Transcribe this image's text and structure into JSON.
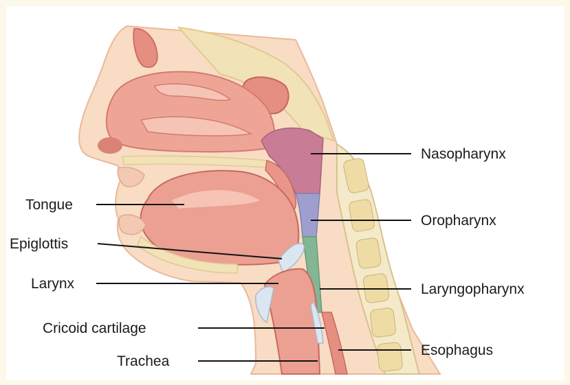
{
  "labels": {
    "nasopharynx": "Nasopharynx",
    "oropharynx": "Oropharynx",
    "laryngopharynx": "Laryngopharynx",
    "esophagus": "Esophagus",
    "tongue": "Tongue",
    "epiglottis": "Epiglottis",
    "larynx": "Larynx",
    "cricoid_cartilage": "Cricoid cartilage",
    "trachea": "Trachea"
  },
  "colors": {
    "background": "#fdf9ea",
    "skin": "#f8dcc4",
    "tissue": "#e9958a",
    "tissue_light": "#f4b3a6",
    "bone": "#f1e2b7",
    "nasopharynx": "#c97c95",
    "oropharynx": "#9e9fcf",
    "laryngopharynx": "#84b595",
    "cartilage": "#dbe6f1"
  }
}
